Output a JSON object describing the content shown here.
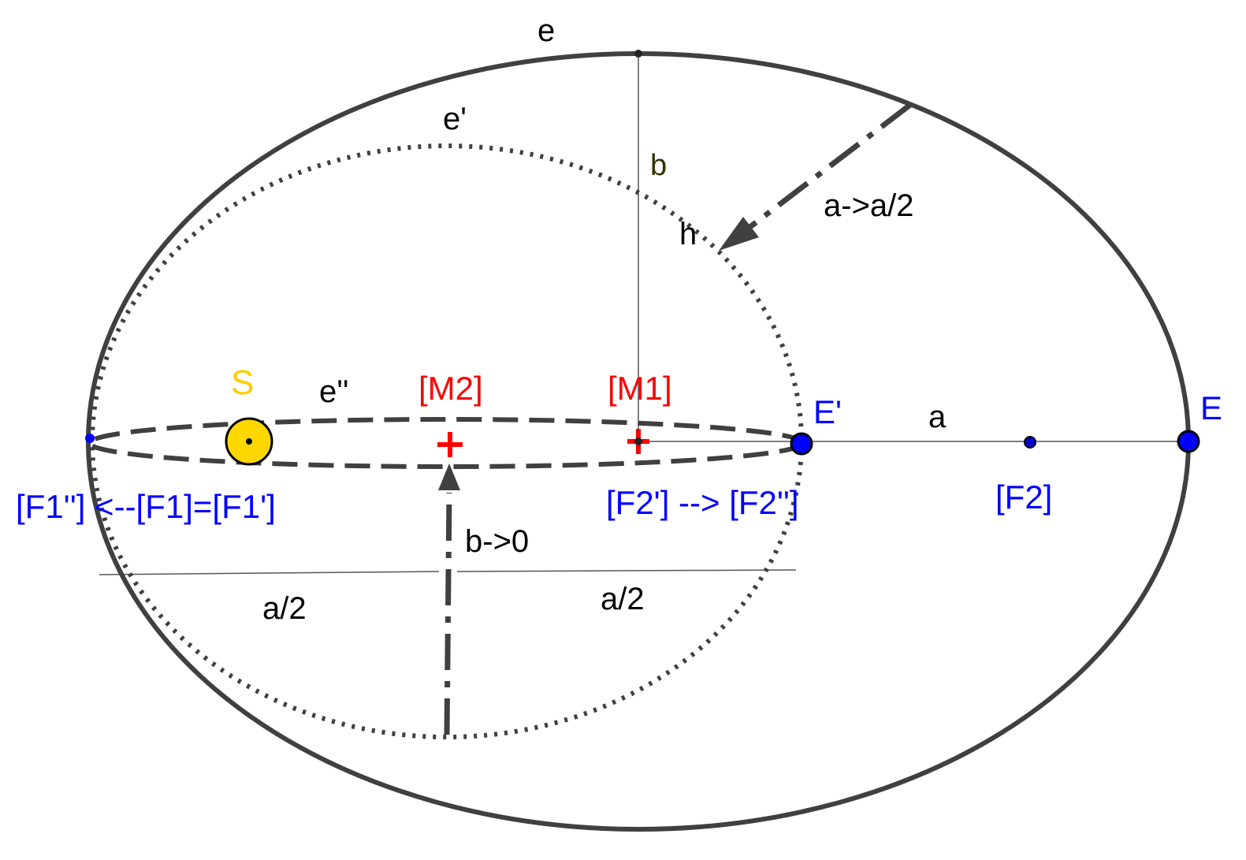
{
  "labels": {
    "ellipse_e": "e",
    "ellipse_e_prime": "e'",
    "ellipse_e_double": "e''",
    "semi_minor_b": "b",
    "point_h": "h",
    "arrow_a_half": "a->a/2",
    "arrow_b_zero": "b->0",
    "semi_major_a": "a",
    "half_a_left": "a/2",
    "half_a_right": "a/2",
    "sun": "S",
    "center_m1": "[M1]",
    "center_m2": "[M2]",
    "point_e": "E",
    "point_e_prime": "E'",
    "focus_f1": "[F1''] <--[F1]=[F1']",
    "focus_f2_prime": "[F2'] --> [F2'']",
    "focus_f2": "[F2]"
  },
  "colors": {
    "curve": "#404040",
    "construction_line": "#555555",
    "point_blue": "#0000ff",
    "label_red": "#ff0000",
    "sun_fill": "#ffd700",
    "label_gold": "#ffcc00"
  }
}
